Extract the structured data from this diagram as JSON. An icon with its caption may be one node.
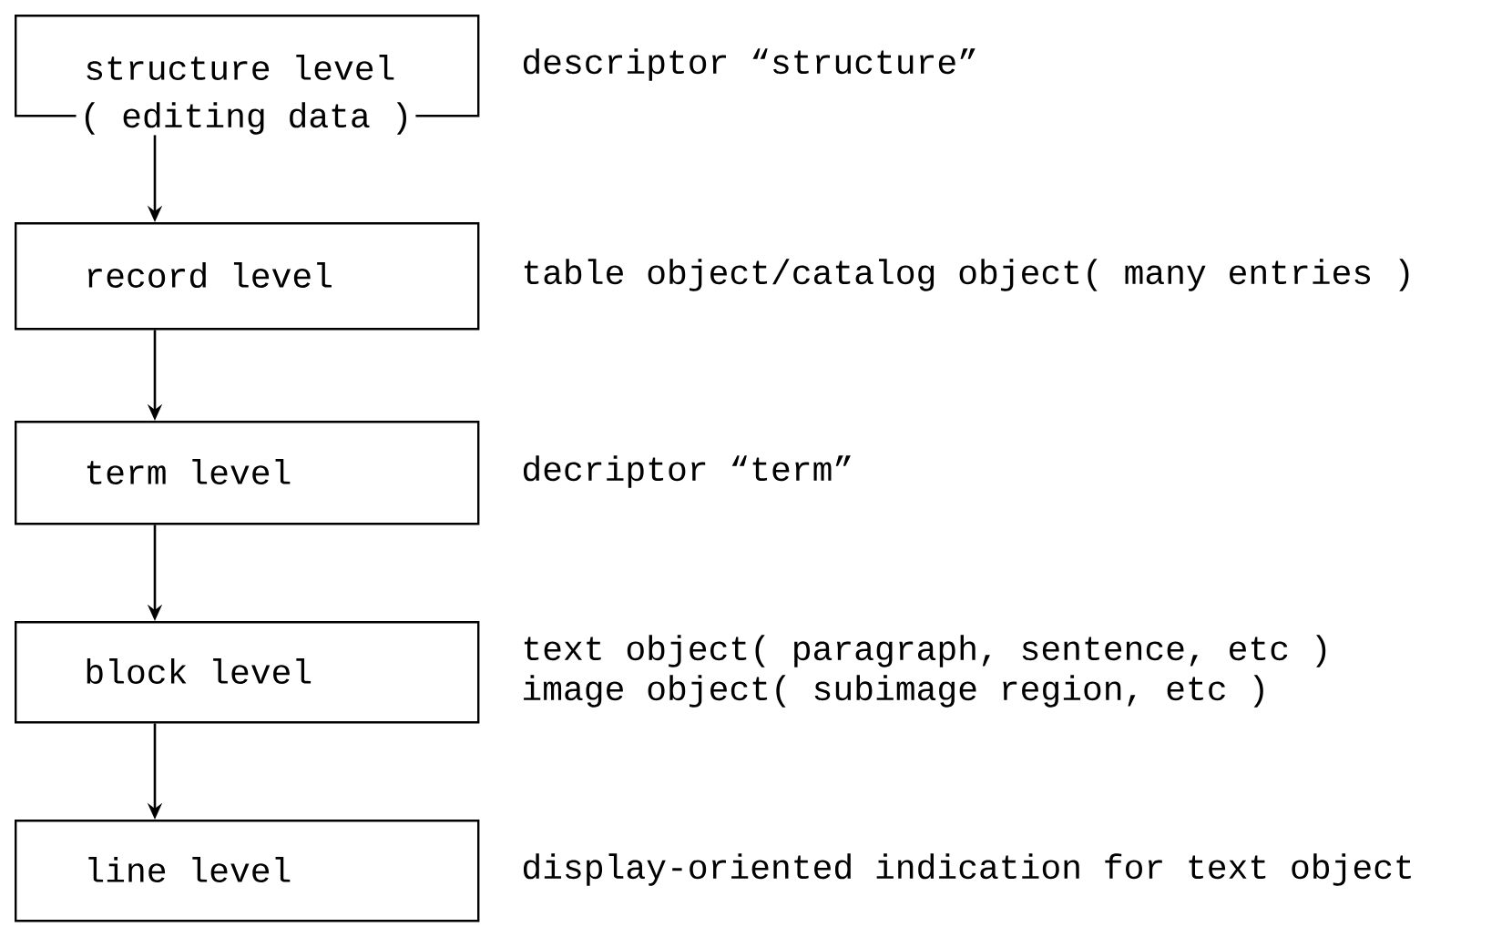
{
  "diagram": {
    "nodes": [
      {
        "text": [
          "structure level",
          "( editing data )"
        ],
        "beside": [
          "descriptor “structure”"
        ]
      },
      {
        "text": [
          "record level"
        ],
        "beside": [
          "table object/catalog object( many entries )"
        ]
      },
      {
        "text": [
          "term level"
        ],
        "beside": [
          "decriptor “term”"
        ]
      },
      {
        "text": [
          "block level"
        ],
        "beside": [
          "text object( paragraph, sentence, etc )",
          "image object( subimage region, etc )"
        ]
      },
      {
        "text": [
          "line level"
        ],
        "beside": [
          "display-oriented indication for text object"
        ]
      }
    ],
    "edges": [
      {
        "from": 0,
        "to": 1,
        "arrow": "to"
      },
      {
        "from": 1,
        "to": 2,
        "arrow": "to"
      },
      {
        "from": 2,
        "to": 3,
        "arrow": "to"
      },
      {
        "from": 3,
        "to": 4,
        "arrow": "to"
      }
    ]
  }
}
